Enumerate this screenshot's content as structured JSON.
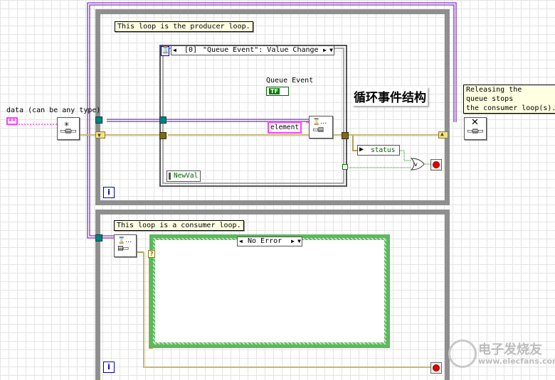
{
  "producer": {
    "comment": "This loop is the producer loop.",
    "event_case_index": "[0]",
    "event_case_label": "\"Queue Event\": Value Change",
    "control_label": "Queue Event",
    "bool_indicator": "TF",
    "event_node_field": "NewVal",
    "iteration_label": "i"
  },
  "input_control_label": "data (can be any type)",
  "element_label": "element",
  "status_label": "status",
  "release_comment": "Releasing the\nqueue stops\nthe consumer loop(s).",
  "annotation_cn": "循环事件结构",
  "consumer": {
    "comment": "This loop is a consumer loop.",
    "case_label": "No Error",
    "iteration_label": "i"
  },
  "watermark": {
    "text_cn": "电子发烧友",
    "text_en": "www.elecfans.com"
  },
  "colors": {
    "queue_wire": "#8030c0",
    "cluster_wire": "#b4a050",
    "variant_wire": "#ff40ff",
    "bool_wire": "#008000",
    "loop_border": "#8f8f8f",
    "comment_bg": "#ffffe1"
  }
}
